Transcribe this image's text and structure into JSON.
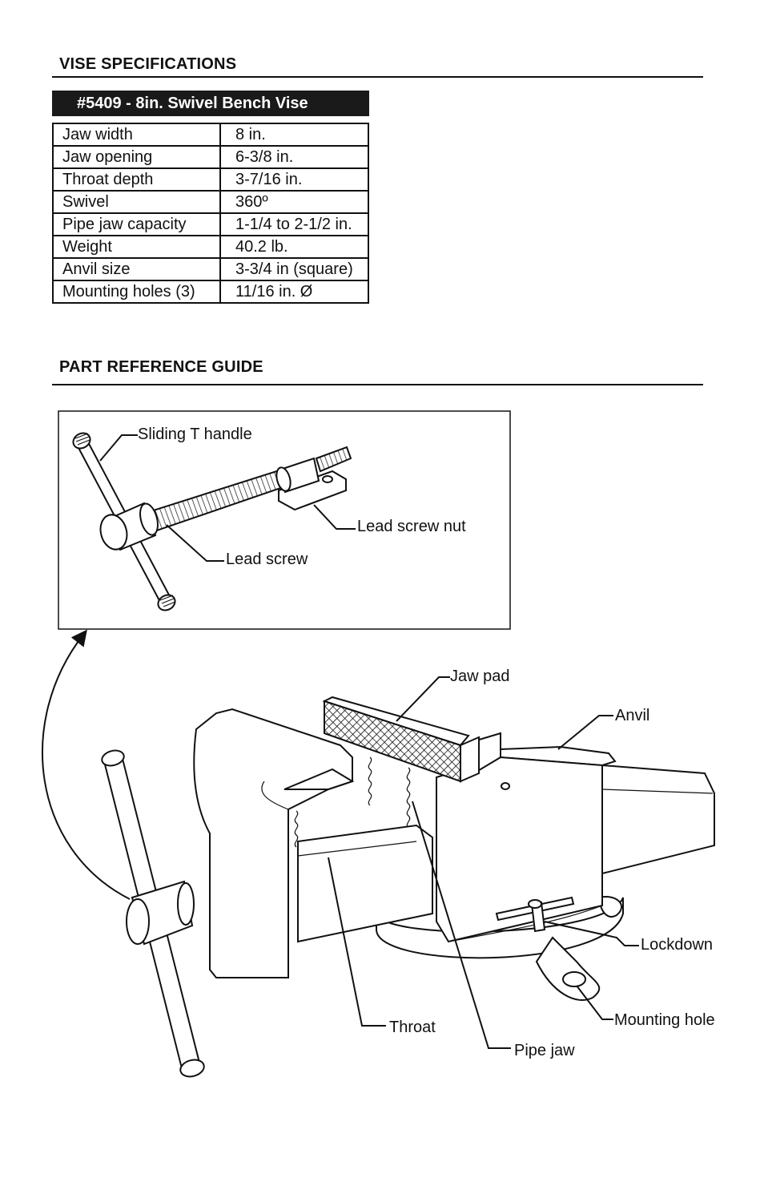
{
  "sections": {
    "specifications_title": "VISE SPECIFICATIONS",
    "part_guide_title": "PART REFERENCE GUIDE"
  },
  "spec_table": {
    "header": "#5409 - 8in. Swivel Bench Vise",
    "rows": [
      {
        "label": "Jaw width",
        "value": "8 in."
      },
      {
        "label": "Jaw opening",
        "value": "6-3/8 in."
      },
      {
        "label": "Throat depth",
        "value": "3-7/16 in."
      },
      {
        "label": "Swivel",
        "value": "360º"
      },
      {
        "label": "Pipe jaw capacity",
        "value": "1-1/4 to 2-1/2 in."
      },
      {
        "label": "Weight",
        "value": "40.2 lb."
      },
      {
        "label": "Anvil size",
        "value": "3-3/4 in (square)"
      },
      {
        "label": "Mounting holes (3)",
        "value": "11/16 in. Ø"
      }
    ]
  },
  "diagram_labels": {
    "sliding_t_handle": "Sliding T handle",
    "lead_screw_nut": "Lead screw nut",
    "lead_screw": "Lead screw",
    "jaw_pad": "Jaw pad",
    "anvil": "Anvil",
    "lockdown": "Lockdown",
    "mounting_hole": "Mounting hole",
    "throat": "Throat",
    "pipe_jaw": "Pipe jaw"
  }
}
